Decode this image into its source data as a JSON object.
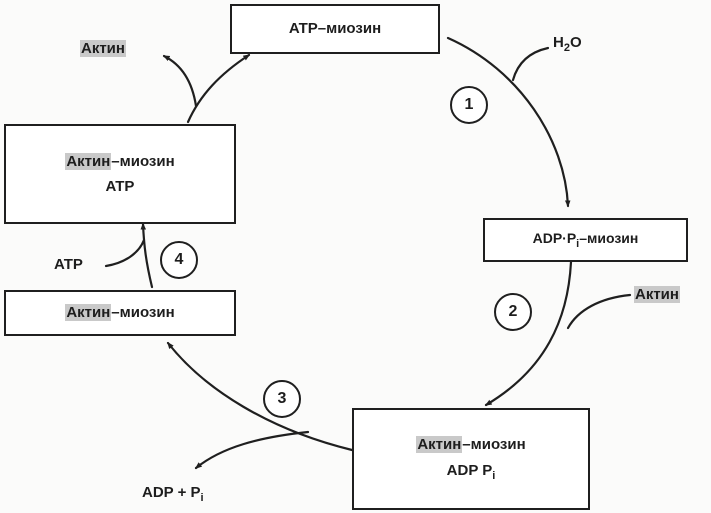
{
  "nodes": {
    "atp_myosin": "ATP–миозин",
    "adp_pi_myosin": {
      "prefix": "ADP·P",
      "sub": "i",
      "suffix": "–миозин"
    },
    "actin_myosin_adp_pi": {
      "actin": "Актин",
      "myosin": "–миозин",
      "line2_main": "ADP P",
      "line2_sub": "i"
    },
    "actin_myosin": {
      "actin": "Актин",
      "myosin": "–миозин"
    },
    "actin_myosin_atp": {
      "actin": "Актин",
      "myosin": "–миозин",
      "line2": "ATP"
    }
  },
  "external": {
    "water": {
      "main": "H",
      "sub": "2",
      "tail": "O"
    },
    "actin_in": "Актин",
    "actin_out": "Актин",
    "atp_in": "ATP",
    "products": {
      "main": "ADP + P",
      "sub": "i"
    }
  },
  "steps": [
    "1",
    "2",
    "3",
    "4"
  ],
  "colors": {
    "line": "#1f1f1f",
    "highlight": "#c9c9c9",
    "text": "#1d1d1d"
  }
}
